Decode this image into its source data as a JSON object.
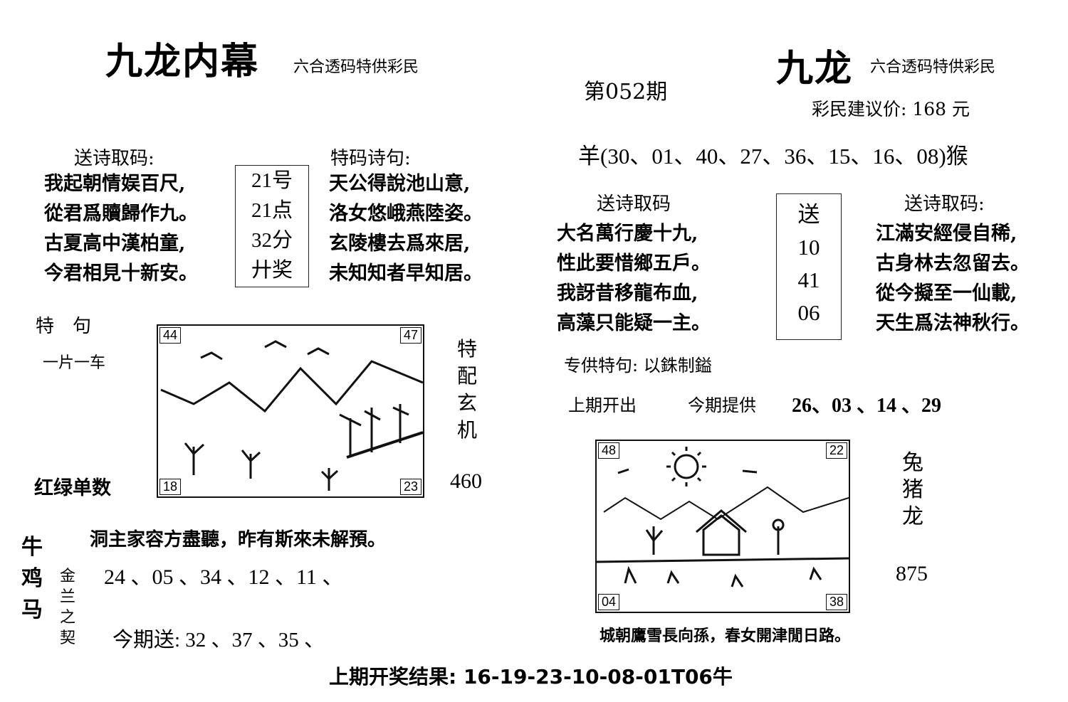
{
  "left": {
    "title": "九龙内幕",
    "subtitle": "六合透码特供彩民",
    "poem_heading": "送诗取码:",
    "poem_lines": [
      "我起朝情娱百尺,",
      "從君爲贖歸作九。",
      "古夏高中漢柏童,",
      "今君相見十新安。"
    ],
    "box_lines": [
      "21号",
      "21点",
      "32分",
      "廾奖"
    ],
    "special_heading": "特码诗句:",
    "special_lines": [
      "天公得說池山意,",
      "洛女悠峨燕陸姿。",
      "玄陵樓去爲來居,",
      "未知知者早知居。"
    ],
    "te_ju": "特　句",
    "yipian": "一片一车",
    "hongly": "红绿单数",
    "vertical_right": [
      "特",
      "配",
      "玄",
      "机"
    ],
    "num_460": "460",
    "pic_corners": [
      "44",
      "47",
      "18",
      "23"
    ],
    "cave_poem": "洞主家容方盡聽，昨有斯來未解預。",
    "zodiac_vertical": [
      "牛",
      "鸡",
      "马"
    ],
    "jinlan_vertical": [
      "金",
      "兰",
      "之",
      "契"
    ],
    "numbers_row": "24 、05 、34 、12 、11 、",
    "jinqi_song": "今期送: 32 、37 、35 、"
  },
  "period": "第052期",
  "right": {
    "title": "九龙",
    "subtitle": "六合透码特供彩民",
    "price": "彩民建议价: 168 元",
    "yang_line": "羊(30、01、40、27、36、15、16、08)猴",
    "poem_heading_1": "送诗取码",
    "poem_lines_1": [
      "大名萬行慶十九,",
      "性此要惜鄉五戶。",
      "我訝昔移龍布血,",
      "高藻只能疑一主。"
    ],
    "send_box": [
      "送",
      "10",
      "41",
      "06"
    ],
    "poem_heading_2": "送诗取码:",
    "poem_lines_2": [
      "江滿安經侵自稀,",
      "古身林去忽留去。",
      "從今擬至一仙載,",
      "天生爲法神秋行。"
    ],
    "zhuan_gong": "专供特句: 以銖制鎰",
    "shang_qi": "上期开出",
    "jin_qi": "今期提供",
    "jin_qi_nums": "26、03 、14 、29",
    "pic_corners": [
      "48",
      "22",
      "04",
      "38"
    ],
    "zodiac_vertical": [
      "兔",
      "猪",
      "龙"
    ],
    "num_875": "875",
    "bottom_poem": "城朝鷹雪長向孫，春女開津閒日路。"
  },
  "footer": "上期开奖结果: 16-19-23-10-08-01T06牛"
}
